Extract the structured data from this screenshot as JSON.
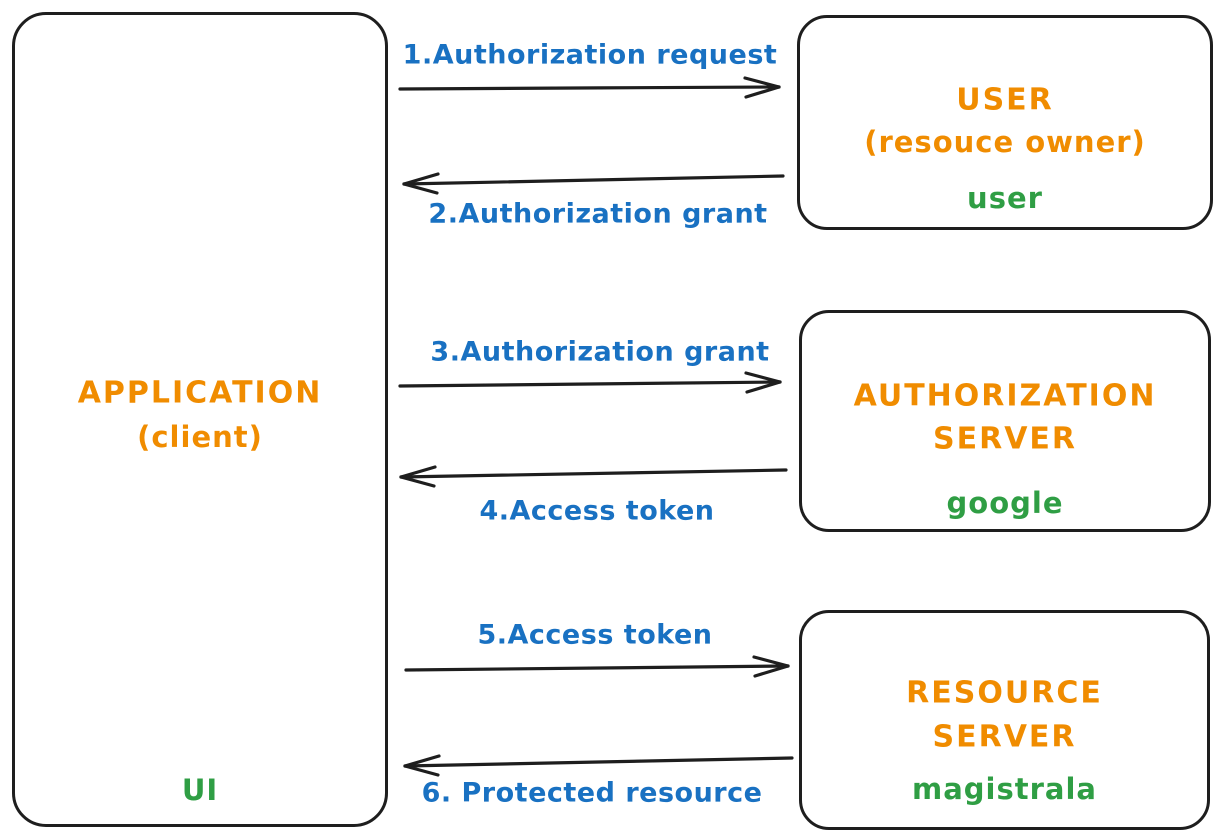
{
  "colors": {
    "accent_orange": "#f08c00",
    "accent_green": "#2f9e44",
    "accent_blue": "#1971c2",
    "stroke_black": "#1e1e1e"
  },
  "application": {
    "name": "APPLICATION",
    "qualifier": "(client)",
    "instance": "UI"
  },
  "user": {
    "name": "USER",
    "qualifier": "(resouce owner)",
    "instance": "user"
  },
  "authorization_server": {
    "name_line1": "AUTHORIZATION",
    "name_line2": "SERVER",
    "instance": "google"
  },
  "resource_server": {
    "name_line1": "RESOURCE",
    "name_line2": "SERVER",
    "instance": "magistrala"
  },
  "messages": [
    {
      "step": 1,
      "label": "1.Authorization request",
      "from": "application",
      "to": "user",
      "direction": "right"
    },
    {
      "step": 2,
      "label": "2.Authorization grant",
      "from": "user",
      "to": "application",
      "direction": "left"
    },
    {
      "step": 3,
      "label": "3.Authorization grant",
      "from": "application",
      "to": "authorization_server",
      "direction": "right"
    },
    {
      "step": 4,
      "label": "4.Access token",
      "from": "authorization_server",
      "to": "application",
      "direction": "left"
    },
    {
      "step": 5,
      "label": "5.Access token",
      "from": "application",
      "to": "resource_server",
      "direction": "right"
    },
    {
      "step": 6,
      "label": "6. Protected resource",
      "from": "resource_server",
      "to": "application",
      "direction": "left"
    }
  ]
}
